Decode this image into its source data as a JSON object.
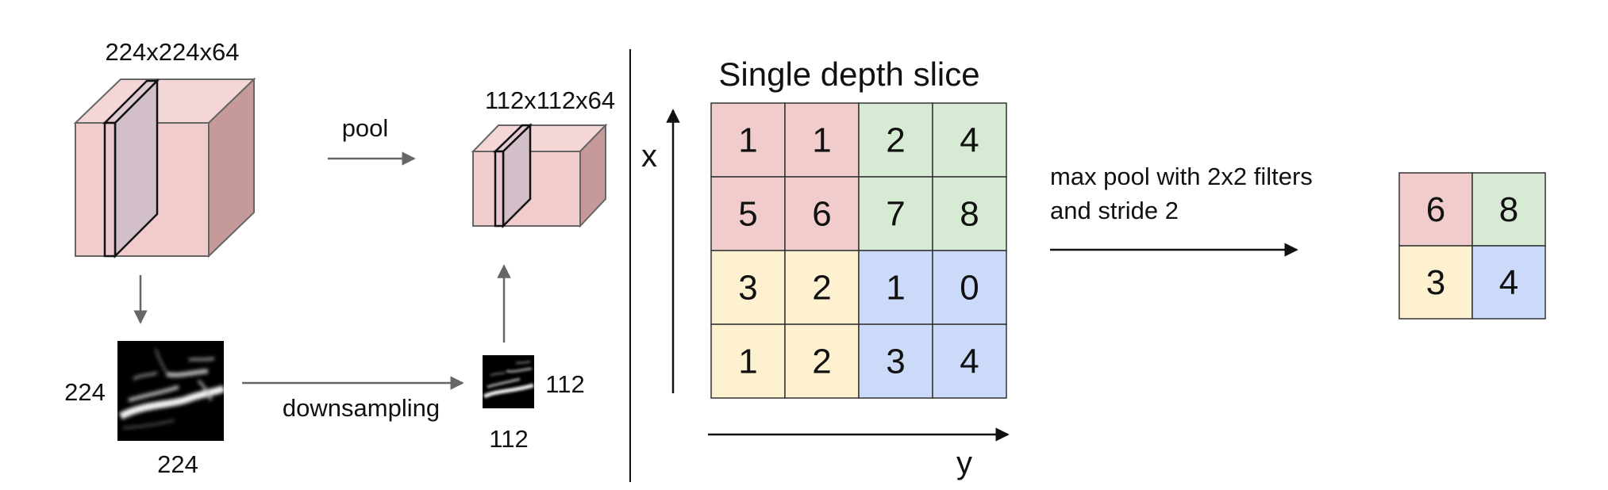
{
  "left_panel": {
    "input_volume_label": "224x224x64",
    "pool_label": "pool",
    "output_volume_label": "112x112x64",
    "input_slice_height_label": "224",
    "input_slice_width_label": "224",
    "downsampling_label": "downsampling",
    "output_slice_height_label": "112",
    "output_slice_width_label": "112"
  },
  "right_panel": {
    "title": "Single depth slice",
    "x_axis_label": "x",
    "y_axis_label": "y",
    "caption_line1": "max pool with 2x2 filters",
    "caption_line2": "and stride 2",
    "input_grid": [
      [
        "1",
        "1",
        "2",
        "4"
      ],
      [
        "5",
        "6",
        "7",
        "8"
      ],
      [
        "3",
        "2",
        "1",
        "0"
      ],
      [
        "1",
        "2",
        "3",
        "4"
      ]
    ],
    "output_grid": [
      [
        "6",
        "8"
      ],
      [
        "3",
        "4"
      ]
    ]
  },
  "colors": {
    "quad_top_left": "#f0cccc",
    "quad_top_right": "#d7ead3",
    "quad_bottom_left": "#fdf1cf",
    "quad_bottom_right": "#cadaf8",
    "cube_front": "#f0cccc",
    "cube_top": "#f4d6d6",
    "cube_side": "#c79a9a",
    "slice_fill": "#d2bfca"
  }
}
